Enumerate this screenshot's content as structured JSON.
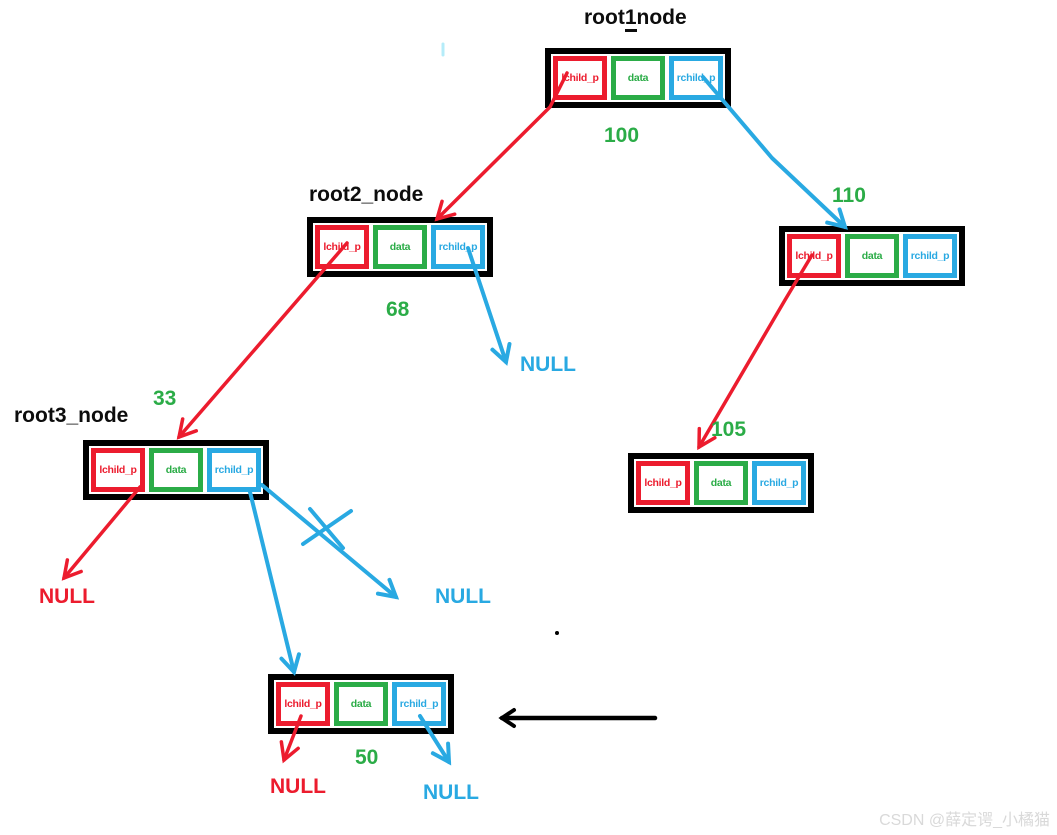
{
  "colors": {
    "red": "#ec1c2e",
    "green": "#2bac47",
    "blue": "#29a9e2",
    "black": "#000000",
    "watermark_gray": "#d9d9d9",
    "stray_cyan": "#b5ecf9"
  },
  "cell_labels": {
    "lchild": "lchild_p",
    "data": "data",
    "rchild": "rchild_p"
  },
  "null_label": "NULL",
  "nodes": {
    "root1": {
      "title_pre": "root",
      "title_num": "1",
      "title_post": "node",
      "value": "100"
    },
    "root2": {
      "title": "root2_node",
      "value": "68"
    },
    "root3": {
      "title": "root3_node",
      "value": "33"
    },
    "right": {
      "value": "110"
    },
    "right_child": {
      "value": "105"
    },
    "bottom": {
      "value": "50"
    }
  },
  "watermark": "CSDN @薛定谔_小橘猫"
}
